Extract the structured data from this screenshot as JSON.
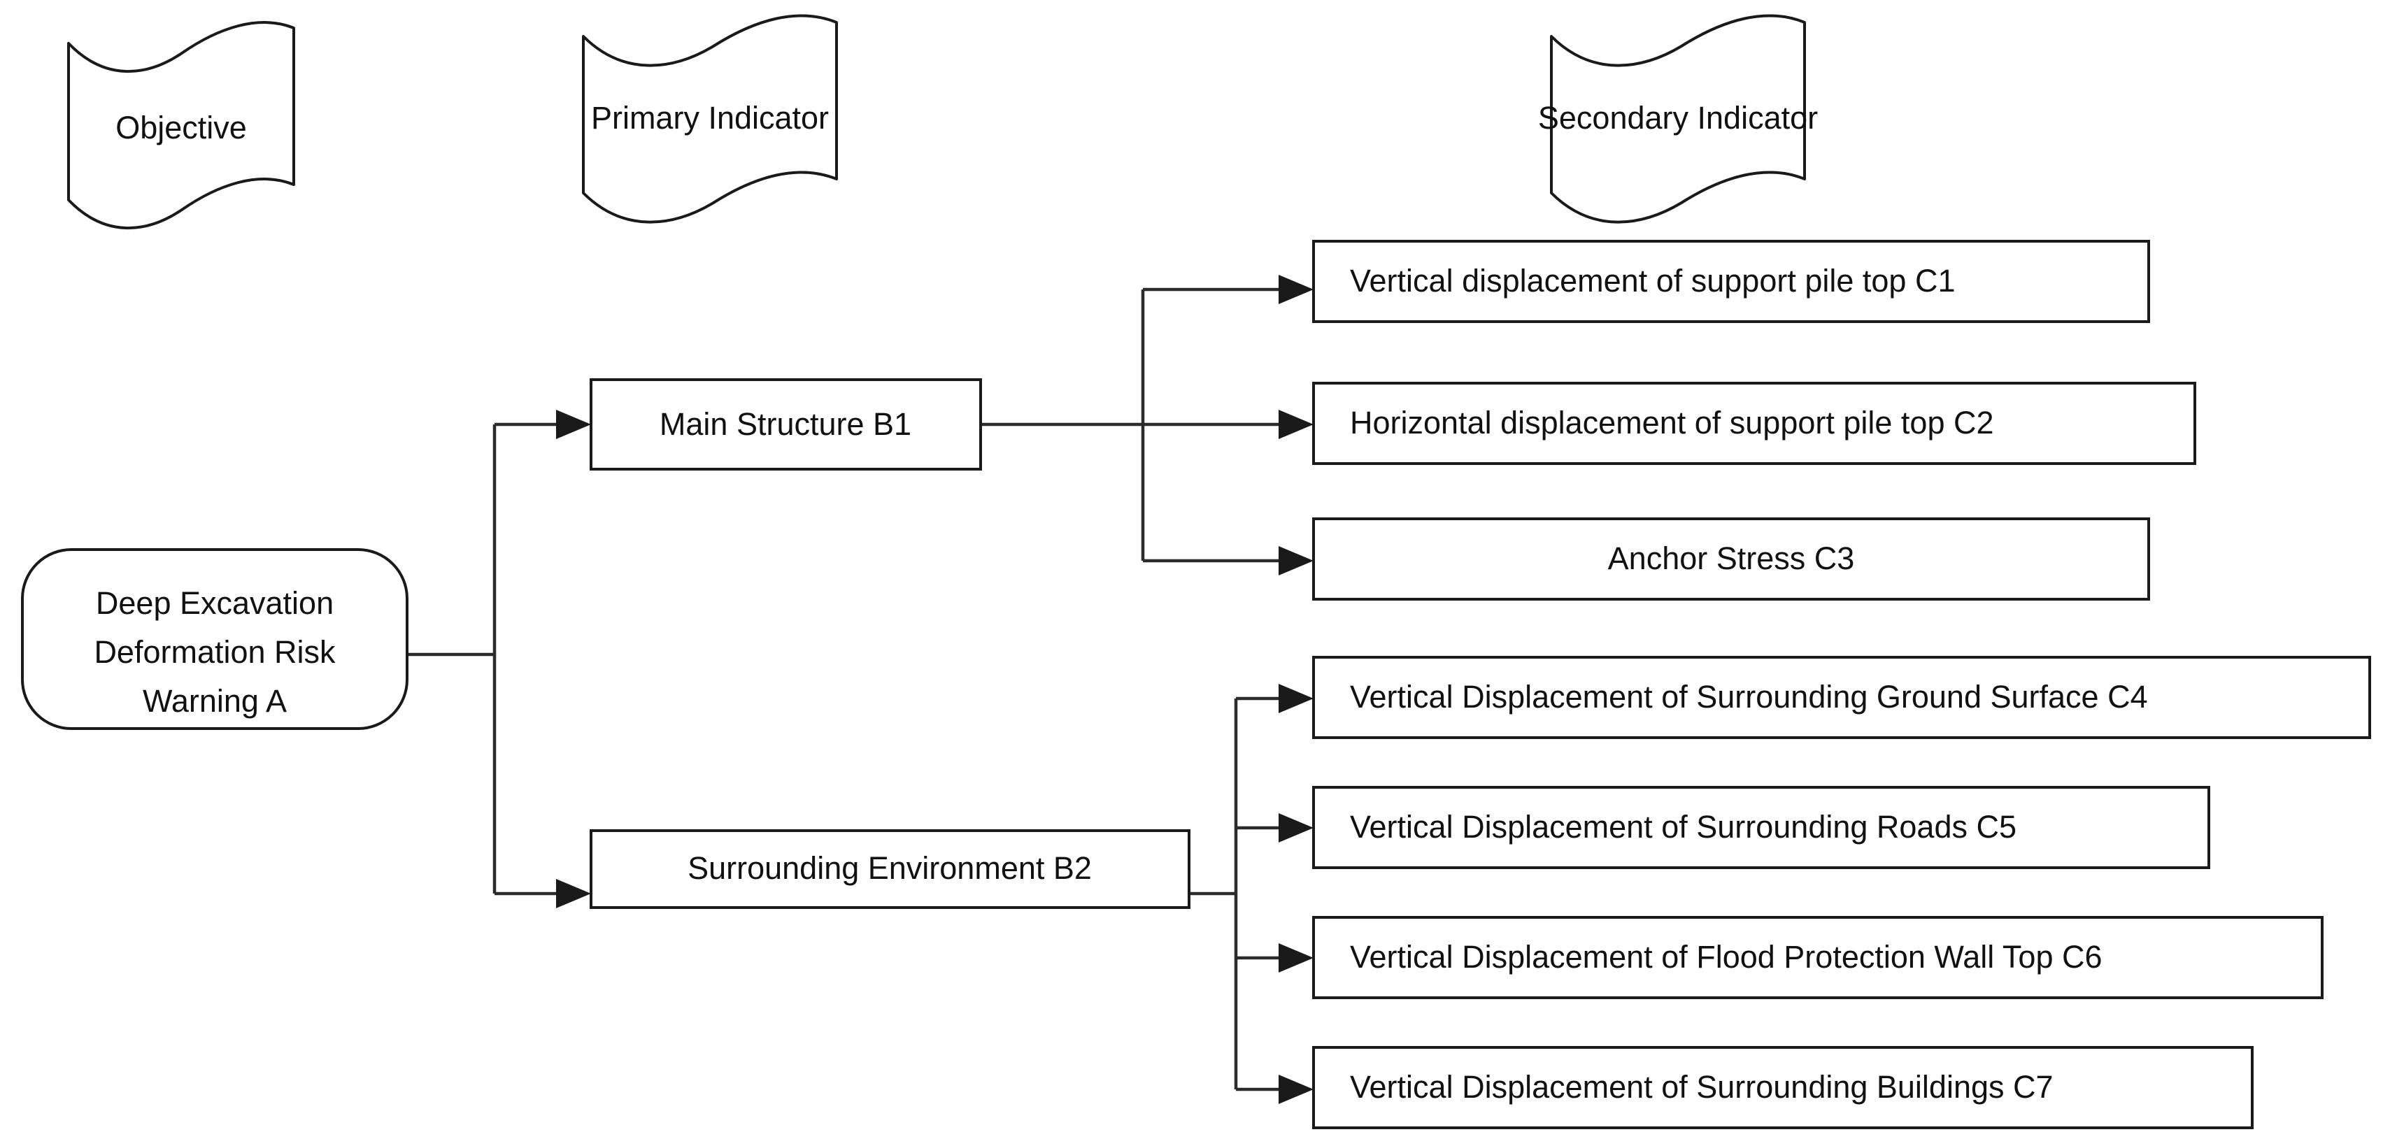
{
  "diagram": {
    "type": "hierarchy-tree",
    "orientation": "left-to-right",
    "background_color": "#ffffff",
    "line_color": "#2b2b2b",
    "text_color": "#111111",
    "banners": [
      {
        "id": "banner-objective",
        "label": "Objective"
      },
      {
        "id": "banner-primary",
        "label": "Primary Indicator"
      },
      {
        "id": "banner-secondary",
        "label": "Secondary Indicator"
      }
    ],
    "root": {
      "id": "A",
      "code": "A",
      "shape": "rounded-rectangle",
      "lines": [
        "Deep Excavation",
        "Deformation Risk",
        "Warning A"
      ],
      "label": "Deep Excavation Deformation Risk Warning A"
    },
    "level1": [
      {
        "id": "B1",
        "code": "B1",
        "label": "Main Structure B1",
        "align": "center"
      },
      {
        "id": "B2",
        "code": "B2",
        "label": "Surrounding Environment B2",
        "align": "center"
      }
    ],
    "level2": {
      "B1": [
        {
          "id": "C1",
          "code": "C1",
          "label": "Vertical displacement of support pile top C1",
          "align": "left"
        },
        {
          "id": "C2",
          "code": "C2",
          "label": "Horizontal displacement of support pile top C2",
          "align": "left"
        },
        {
          "id": "C3",
          "code": "C3",
          "label": "Anchor Stress C3",
          "align": "center"
        }
      ],
      "B2": [
        {
          "id": "C4",
          "code": "C4",
          "label": "Vertical Displacement of Surrounding Ground Surface C4",
          "align": "left"
        },
        {
          "id": "C5",
          "code": "C5",
          "label": "Vertical Displacement of Surrounding Roads C5",
          "align": "left"
        },
        {
          "id": "C6",
          "code": "C6",
          "label": "Vertical Displacement of Flood Protection Wall Top C6",
          "align": "left"
        },
        {
          "id": "C7",
          "code": "C7",
          "label": "Vertical Displacement of Surrounding Buildings C7",
          "align": "left"
        }
      ]
    },
    "edges": [
      {
        "from": "A",
        "to": "B1",
        "arrow": true
      },
      {
        "from": "A",
        "to": "B2",
        "arrow": true
      },
      {
        "from": "B1",
        "to": "C1",
        "arrow": true
      },
      {
        "from": "B1",
        "to": "C2",
        "arrow": true
      },
      {
        "from": "B1",
        "to": "C3",
        "arrow": true
      },
      {
        "from": "B2",
        "to": "C4",
        "arrow": true
      },
      {
        "from": "B2",
        "to": "C5",
        "arrow": true
      },
      {
        "from": "B2",
        "to": "C6",
        "arrow": true
      },
      {
        "from": "B2",
        "to": "C7",
        "arrow": true
      }
    ]
  }
}
